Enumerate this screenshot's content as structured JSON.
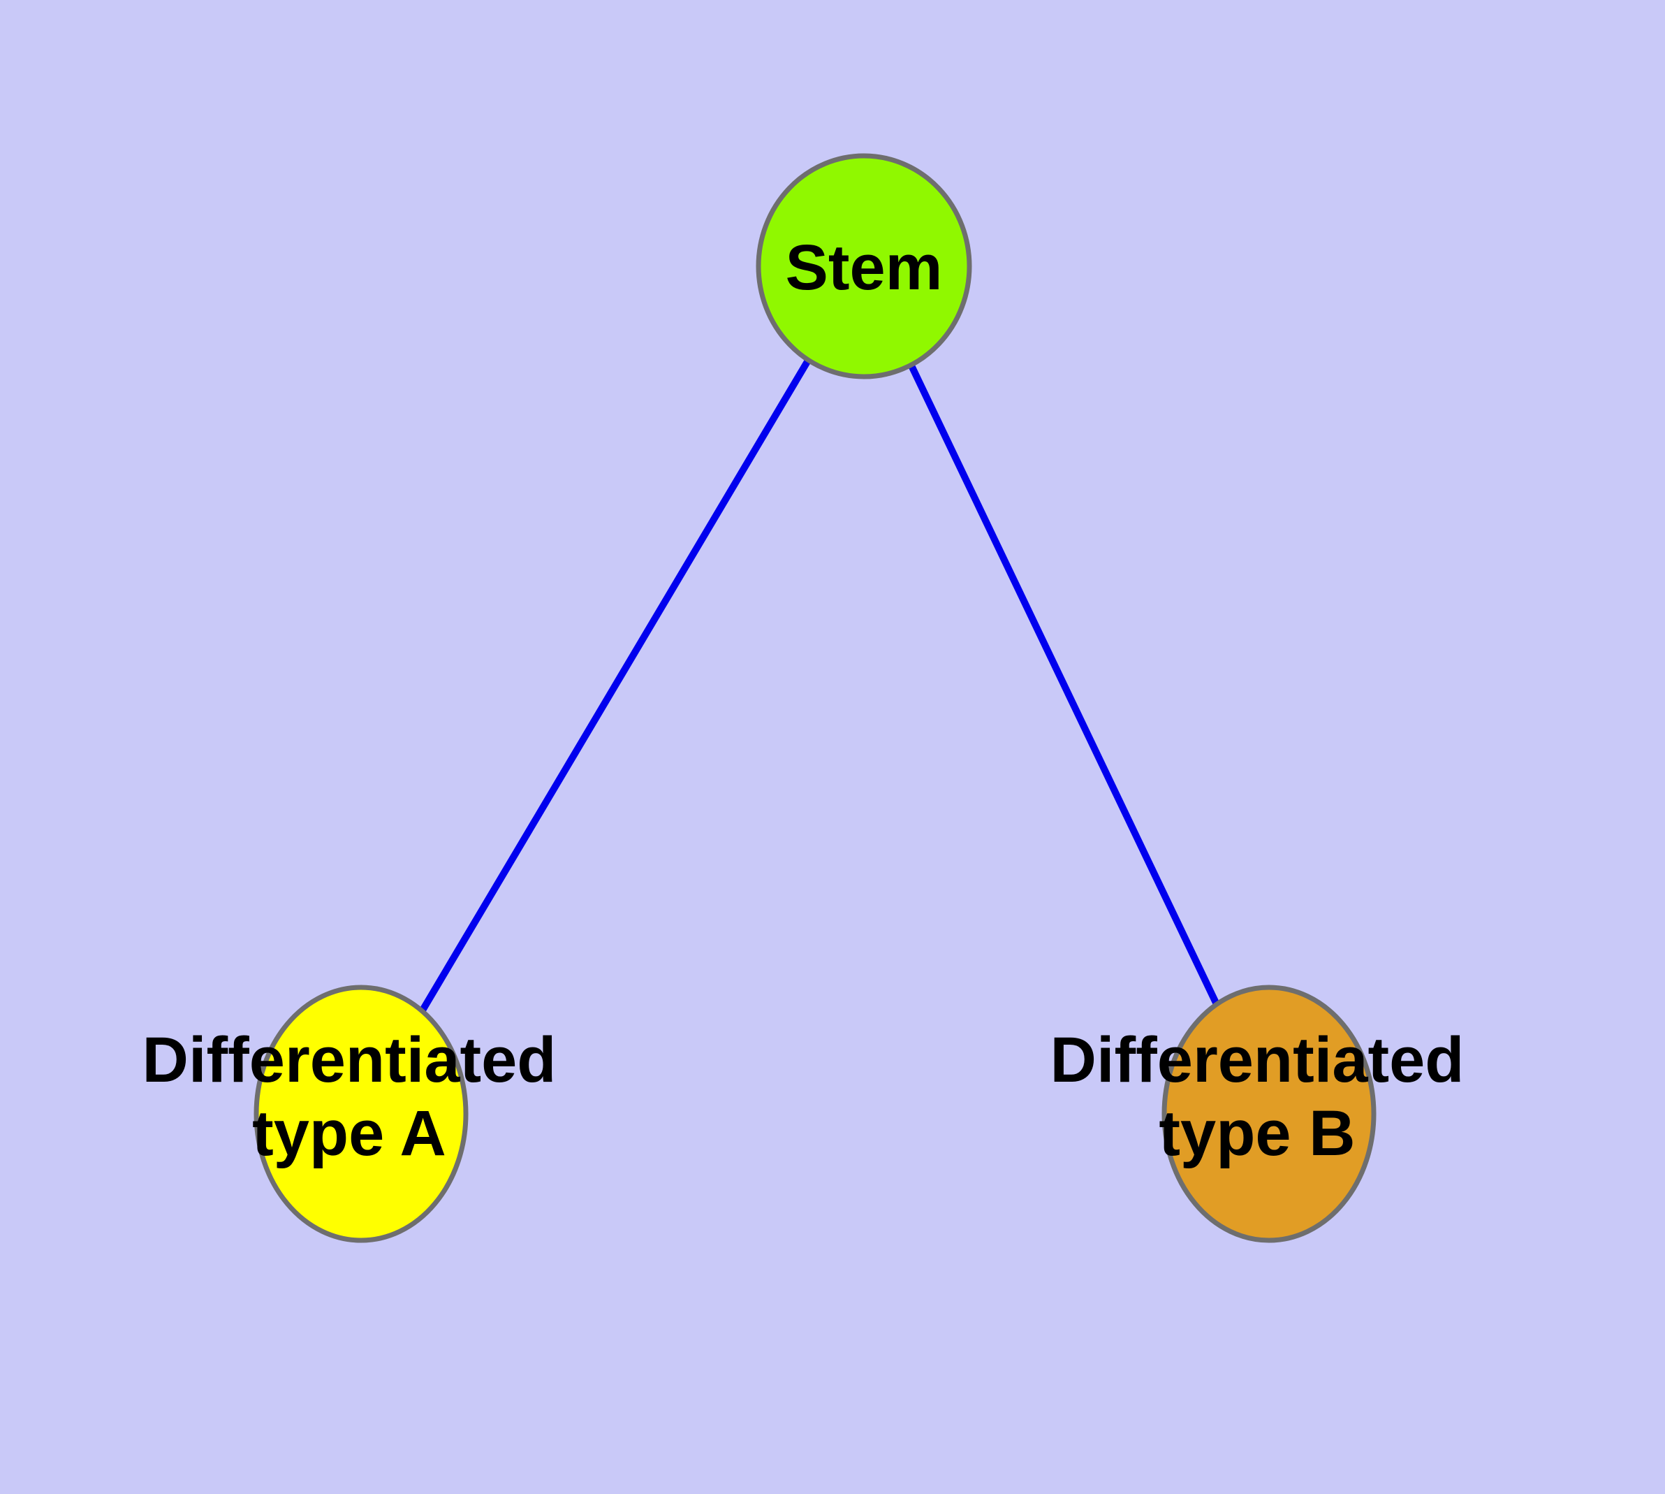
{
  "diagram": {
    "type": "graph",
    "description": "Stem cell differentiation diagram: a stem node connected to two differentiated cell type nodes",
    "background_color": "#c9c9f8",
    "edge_color": "#0000ee",
    "node_border_color": "#6e6e6e",
    "nodes": [
      {
        "id": "stem",
        "label": "Stem",
        "fill": "#90f800"
      },
      {
        "id": "type-a",
        "label_line1": "Differentiated",
        "label_line2": "type A",
        "fill": "#ffff00"
      },
      {
        "id": "type-b",
        "label_line1": "Differentiated",
        "label_line2": "type B",
        "fill": "#e19d25"
      }
    ],
    "edges": [
      {
        "from": "Stem",
        "to": "Differentiated type A"
      },
      {
        "from": "Stem",
        "to": "Differentiated type B"
      }
    ]
  }
}
